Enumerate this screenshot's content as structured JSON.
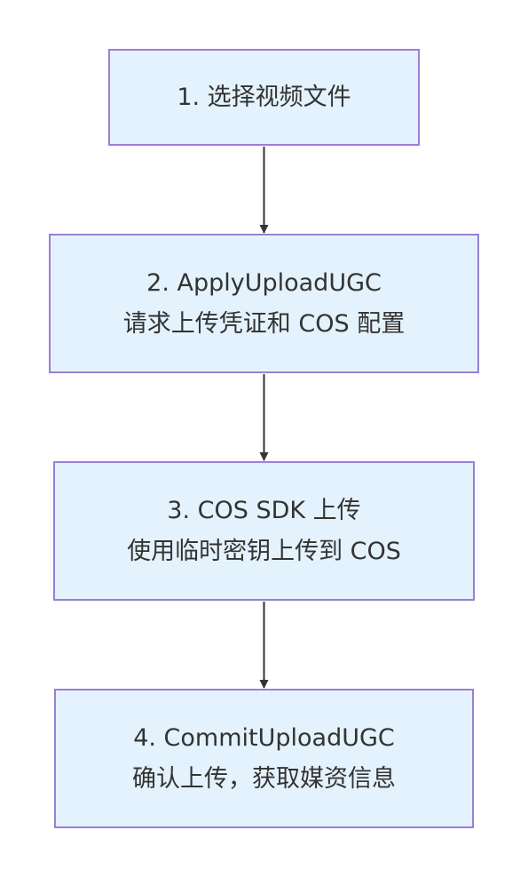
{
  "diagram": {
    "nodes": [
      {
        "id": "step-1",
        "lines": [
          "1. 选择视频文件"
        ]
      },
      {
        "id": "step-2",
        "lines": [
          "2. ApplyUploadUGC",
          "请求上传凭证和 COS 配置"
        ]
      },
      {
        "id": "step-3",
        "lines": [
          "3. COS SDK 上传",
          "使用临时密钥上传到 COS"
        ]
      },
      {
        "id": "step-4",
        "lines": [
          "4. CommitUploadUGC",
          "确认上传，获取媒资信息"
        ]
      }
    ],
    "edges": [
      {
        "from": "step-1",
        "to": "step-2"
      },
      {
        "from": "step-2",
        "to": "step-3"
      },
      {
        "from": "step-3",
        "to": "step-4"
      }
    ],
    "colors": {
      "node_fill": "#e3f2fc",
      "node_border": "#9b7fd4",
      "text": "#333333",
      "edge": "#333333"
    }
  }
}
